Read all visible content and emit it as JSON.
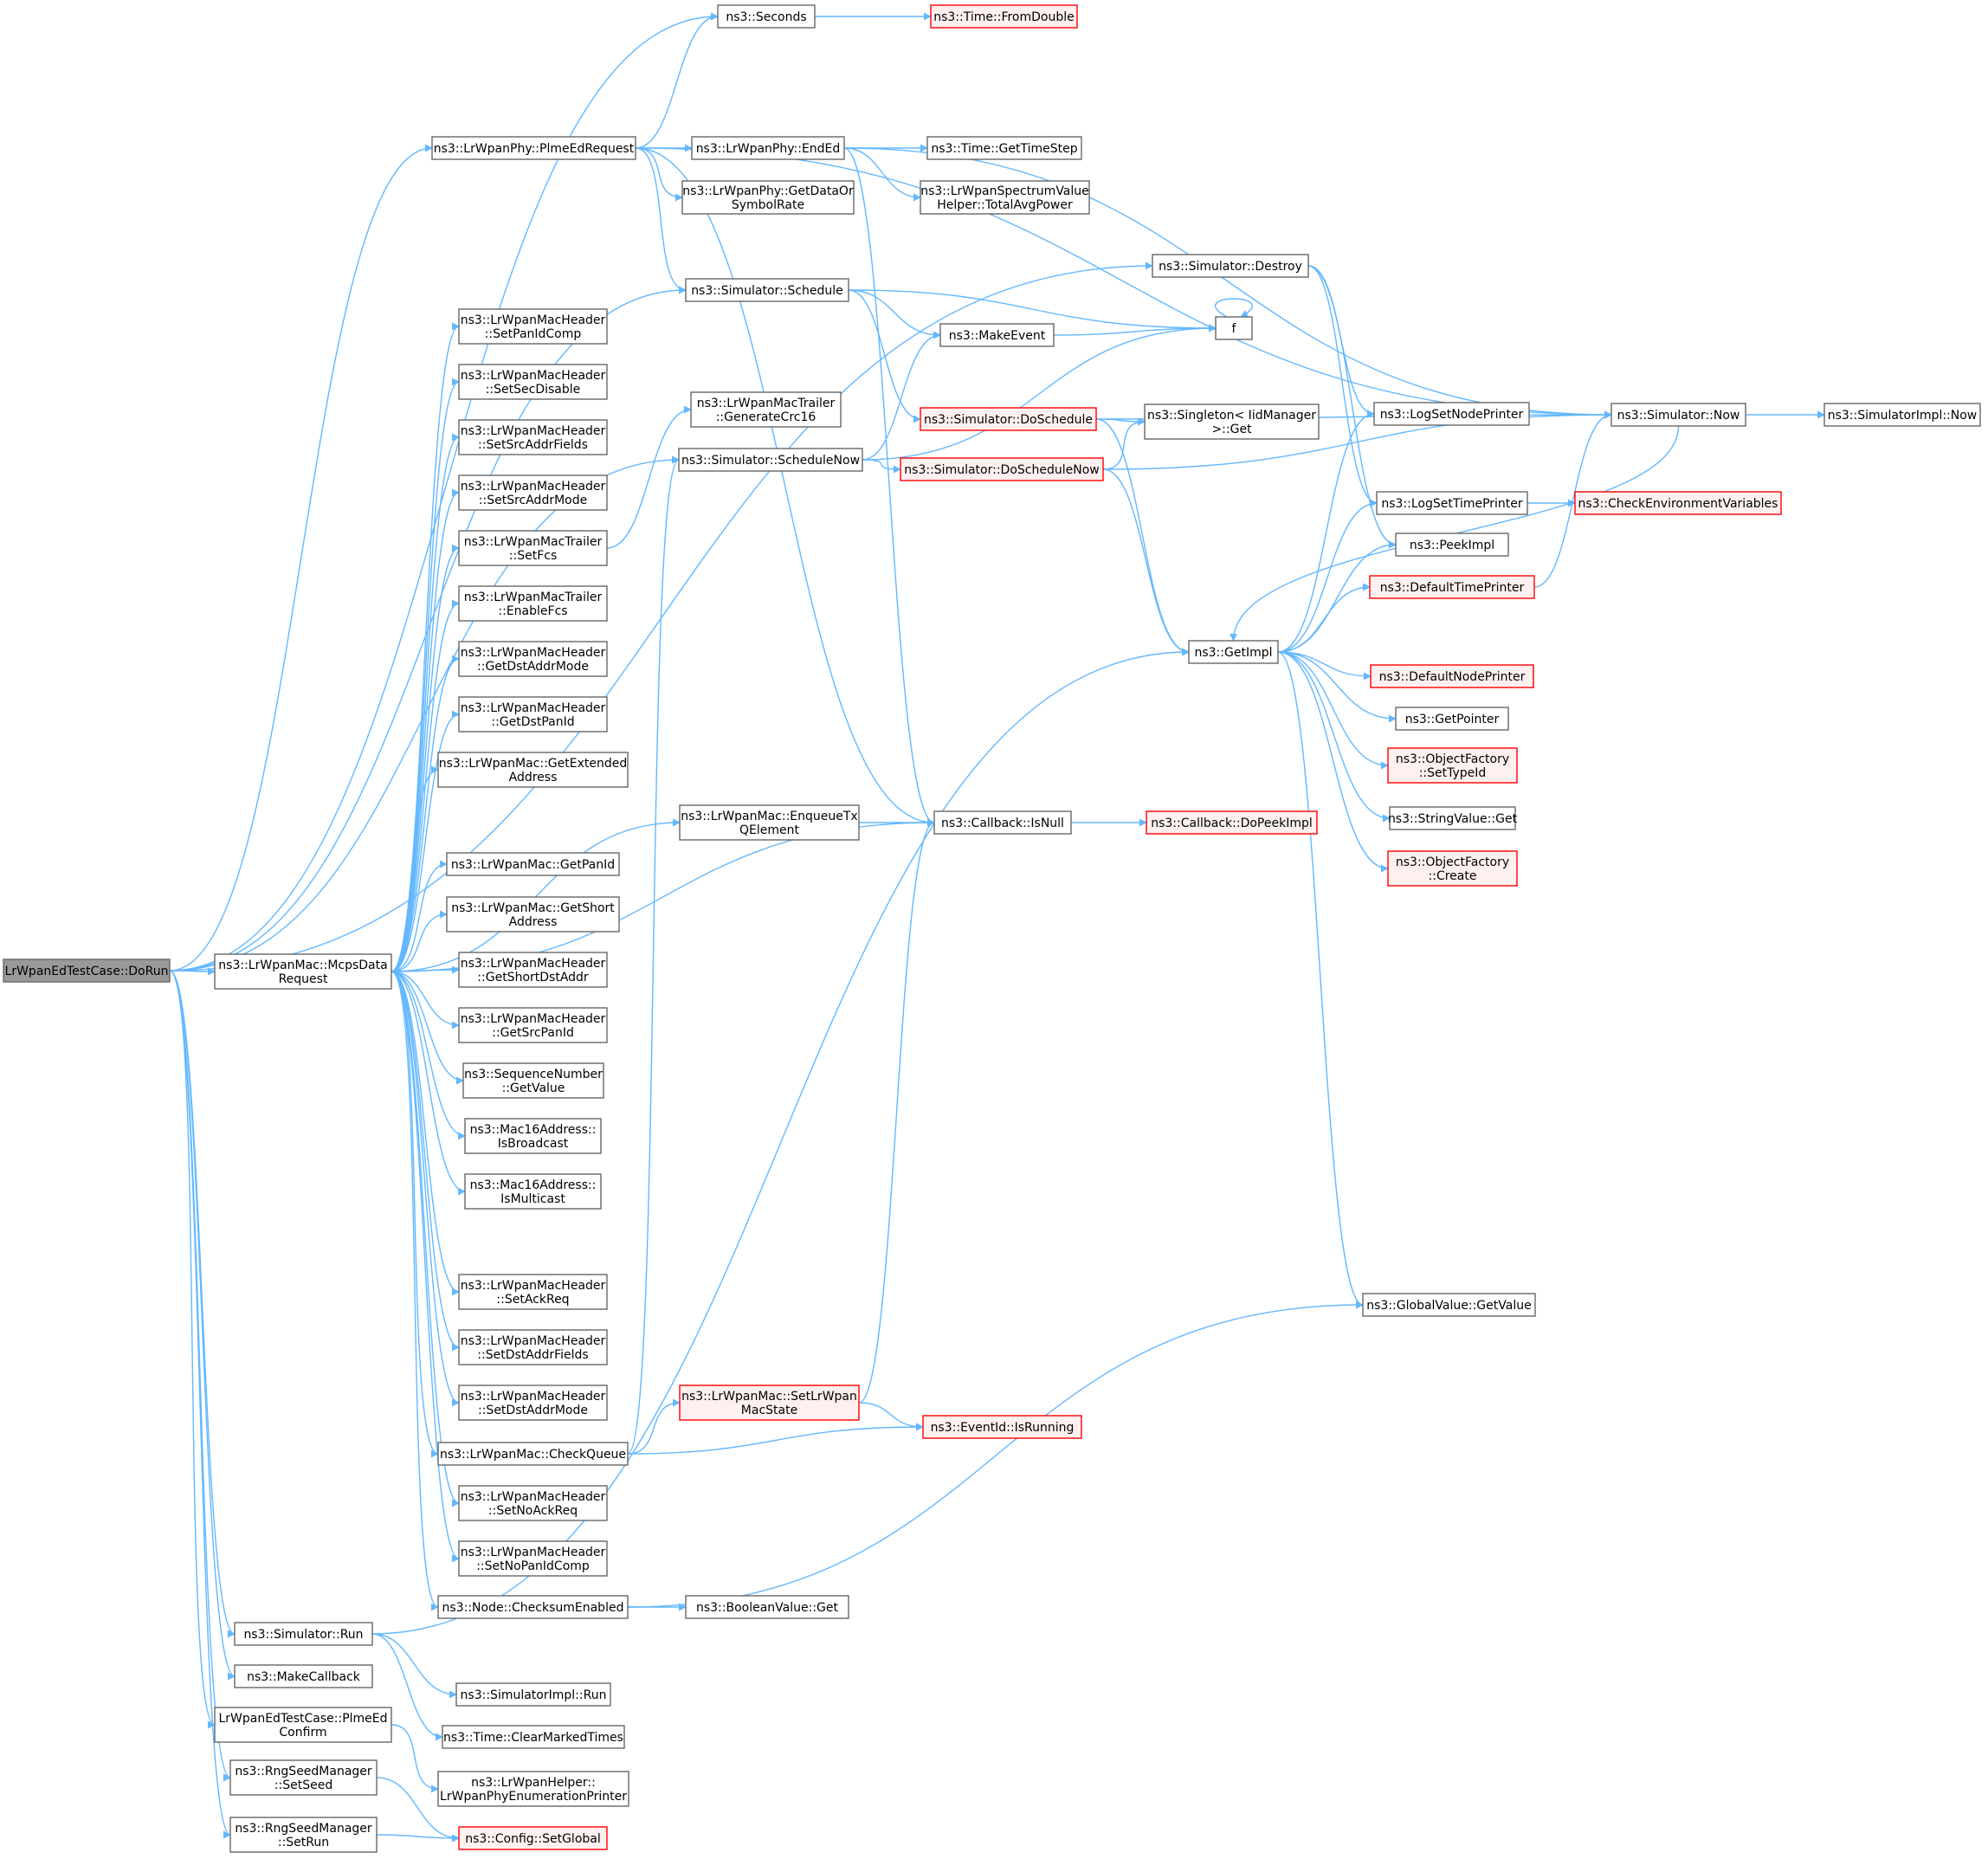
{
  "colors": {
    "edge": "#63b8ff",
    "node_border": "#666666",
    "node_fill": "#ffffff",
    "root_fill": "#999999",
    "root_border": "#666666",
    "truncated_border": "#ff0000",
    "truncated_fill": "#fff0f0"
  },
  "nodes": [
    {
      "id": "root",
      "lines": [
        "LrWpanEdTestCase::DoRun"
      ],
      "style": "root"
    },
    {
      "id": "seconds",
      "lines": [
        "ns3::Seconds"
      ],
      "style": "normal"
    },
    {
      "id": "fromdouble",
      "lines": [
        "ns3::Time::FromDouble"
      ],
      "style": "truncated"
    },
    {
      "id": "plmeedreq",
      "lines": [
        "ns3::LrWpanPhy::PlmeEdRequest"
      ],
      "style": "normal"
    },
    {
      "id": "ended",
      "lines": [
        "ns3::LrWpanPhy::EndEd"
      ],
      "style": "normal"
    },
    {
      "id": "gettimestep",
      "lines": [
        "ns3::Time::GetTimeStep"
      ],
      "style": "normal"
    },
    {
      "id": "getdataor",
      "lines": [
        "ns3::LrWpanPhy::GetDataOr",
        "SymbolRate"
      ],
      "style": "normal"
    },
    {
      "id": "totalavg",
      "lines": [
        "ns3::LrWpanSpectrumValue",
        "Helper::TotalAvgPower"
      ],
      "style": "normal"
    },
    {
      "id": "destroy",
      "lines": [
        "ns3::Simulator::Destroy"
      ],
      "style": "normal"
    },
    {
      "id": "schedule",
      "lines": [
        "ns3::Simulator::Schedule"
      ],
      "style": "normal"
    },
    {
      "id": "f",
      "lines": [
        "f"
      ],
      "style": "normal"
    },
    {
      "id": "makeevent",
      "lines": [
        "ns3::MakeEvent"
      ],
      "style": "normal"
    },
    {
      "id": "setpanidcomp",
      "lines": [
        "ns3::LrWpanMacHeader",
        "::SetPanIdComp"
      ],
      "style": "normal"
    },
    {
      "id": "setsecdisable",
      "lines": [
        "ns3::LrWpanMacHeader",
        "::SetSecDisable"
      ],
      "style": "normal"
    },
    {
      "id": "gencrc",
      "lines": [
        "ns3::LrWpanMacTrailer",
        "::GenerateCrc16"
      ],
      "style": "normal"
    },
    {
      "id": "doschedule",
      "lines": [
        "ns3::Simulator::DoSchedule"
      ],
      "style": "truncated"
    },
    {
      "id": "singleton",
      "lines": [
        "ns3::Singleton< IidManager",
        ">::Get"
      ],
      "style": "normal"
    },
    {
      "id": "logsetnode",
      "lines": [
        "ns3::LogSetNodePrinter"
      ],
      "style": "normal"
    },
    {
      "id": "now",
      "lines": [
        "ns3::Simulator::Now"
      ],
      "style": "normal"
    },
    {
      "id": "implnow",
      "lines": [
        "ns3::SimulatorImpl::Now"
      ],
      "style": "normal"
    },
    {
      "id": "setsrcaddrfields",
      "lines": [
        "ns3::LrWpanMacHeader",
        "::SetSrcAddrFields"
      ],
      "style": "normal"
    },
    {
      "id": "schedulenow",
      "lines": [
        "ns3::Simulator::ScheduleNow"
      ],
      "style": "normal"
    },
    {
      "id": "doschedulenow",
      "lines": [
        "ns3::Simulator::DoScheduleNow"
      ],
      "style": "truncated"
    },
    {
      "id": "setsrcaddrmode",
      "lines": [
        "ns3::LrWpanMacHeader",
        "::SetSrcAddrMode"
      ],
      "style": "normal"
    },
    {
      "id": "logsettime",
      "lines": [
        "ns3::LogSetTimePrinter"
      ],
      "style": "normal"
    },
    {
      "id": "checkenv",
      "lines": [
        "ns3::CheckEnvironmentVariables"
      ],
      "style": "truncated"
    },
    {
      "id": "setfcs",
      "lines": [
        "ns3::LrWpanMacTrailer",
        "::SetFcs"
      ],
      "style": "normal"
    },
    {
      "id": "peekimpl",
      "lines": [
        "ns3::PeekImpl"
      ],
      "style": "normal"
    },
    {
      "id": "deftimeprinter",
      "lines": [
        "ns3::DefaultTimePrinter"
      ],
      "style": "truncated"
    },
    {
      "id": "enablefcs",
      "lines": [
        "ns3::LrWpanMacTrailer",
        "::EnableFcs"
      ],
      "style": "normal"
    },
    {
      "id": "getimpl",
      "lines": [
        "ns3::GetImpl"
      ],
      "style": "normal"
    },
    {
      "id": "getdstaddrmode",
      "lines": [
        "ns3::LrWpanMacHeader",
        "::GetDstAddrMode"
      ],
      "style": "normal"
    },
    {
      "id": "defnodeprinter",
      "lines": [
        "ns3::DefaultNodePrinter"
      ],
      "style": "truncated"
    },
    {
      "id": "getdstpanid",
      "lines": [
        "ns3::LrWpanMacHeader",
        "::GetDstPanId"
      ],
      "style": "normal"
    },
    {
      "id": "getpointer",
      "lines": [
        "ns3::GetPointer"
      ],
      "style": "normal"
    },
    {
      "id": "getextaddr",
      "lines": [
        "ns3::LrWpanMac::GetExtended",
        "Address"
      ],
      "style": "normal"
    },
    {
      "id": "settypeid",
      "lines": [
        "ns3::ObjectFactory",
        "::SetTypeId"
      ],
      "style": "truncated"
    },
    {
      "id": "enqueuetx",
      "lines": [
        "ns3::LrWpanMac::EnqueueTx",
        "QElement"
      ],
      "style": "normal"
    },
    {
      "id": "isnull",
      "lines": [
        "ns3::Callback::IsNull"
      ],
      "style": "normal"
    },
    {
      "id": "dopeekimpl",
      "lines": [
        "ns3::Callback::DoPeekImpl"
      ],
      "style": "truncated"
    },
    {
      "id": "stringget",
      "lines": [
        "ns3::StringValue::Get"
      ],
      "style": "normal"
    },
    {
      "id": "getpanid",
      "lines": [
        "ns3::LrWpanMac::GetPanId"
      ],
      "style": "normal"
    },
    {
      "id": "create",
      "lines": [
        "ns3::ObjectFactory",
        "::Create"
      ],
      "style": "truncated"
    },
    {
      "id": "getshortaddr",
      "lines": [
        "ns3::LrWpanMac::GetShort",
        "Address"
      ],
      "style": "normal"
    },
    {
      "id": "mcps",
      "lines": [
        "ns3::LrWpanMac::McpsData",
        "Request"
      ],
      "style": "normal"
    },
    {
      "id": "getshortdst",
      "lines": [
        "ns3::LrWpanMacHeader",
        "::GetShortDstAddr"
      ],
      "style": "normal"
    },
    {
      "id": "getsrcpanid",
      "lines": [
        "ns3::LrWpanMacHeader",
        "::GetSrcPanId"
      ],
      "style": "normal"
    },
    {
      "id": "seqgetvalue",
      "lines": [
        "ns3::SequenceNumber",
        "::GetValue"
      ],
      "style": "normal"
    },
    {
      "id": "isbroadcast",
      "lines": [
        "ns3::Mac16Address::",
        "IsBroadcast"
      ],
      "style": "normal"
    },
    {
      "id": "ismulticast",
      "lines": [
        "ns3::Mac16Address::",
        "IsMulticast"
      ],
      "style": "normal"
    },
    {
      "id": "setackreq",
      "lines": [
        "ns3::LrWpanMacHeader",
        "::SetAckReq"
      ],
      "style": "normal"
    },
    {
      "id": "globalget",
      "lines": [
        "ns3::GlobalValue::GetValue"
      ],
      "style": "normal"
    },
    {
      "id": "setdstaddrfields",
      "lines": [
        "ns3::LrWpanMacHeader",
        "::SetDstAddrFields"
      ],
      "style": "normal"
    },
    {
      "id": "setdstaddrmode",
      "lines": [
        "ns3::LrWpanMacHeader",
        "::SetDstAddrMode"
      ],
      "style": "normal"
    },
    {
      "id": "setmacstate",
      "lines": [
        "ns3::LrWpanMac::SetLrWpan",
        "MacState"
      ],
      "style": "truncated"
    },
    {
      "id": "checkqueue",
      "lines": [
        "ns3::LrWpanMac::CheckQueue"
      ],
      "style": "normal"
    },
    {
      "id": "isrunning",
      "lines": [
        "ns3::EventId::IsRunning"
      ],
      "style": "truncated"
    },
    {
      "id": "setnoackreq",
      "lines": [
        "ns3::LrWpanMacHeader",
        "::SetNoAckReq"
      ],
      "style": "normal"
    },
    {
      "id": "setnopanidcomp",
      "lines": [
        "ns3::LrWpanMacHeader",
        "::SetNoPanIdComp"
      ],
      "style": "normal"
    },
    {
      "id": "checksum",
      "lines": [
        "ns3::Node::ChecksumEnabled"
      ],
      "style": "normal"
    },
    {
      "id": "boolget",
      "lines": [
        "ns3::BooleanValue::Get"
      ],
      "style": "normal"
    },
    {
      "id": "simrun",
      "lines": [
        "ns3::Simulator::Run"
      ],
      "style": "normal"
    },
    {
      "id": "makecallback",
      "lines": [
        "ns3::MakeCallback"
      ],
      "style": "normal"
    },
    {
      "id": "implrun",
      "lines": [
        "ns3::SimulatorImpl::Run"
      ],
      "style": "normal"
    },
    {
      "id": "plmeedconfirm",
      "lines": [
        "LrWpanEdTestCase::PlmeEd",
        "Confirm"
      ],
      "style": "normal"
    },
    {
      "id": "clearmarked",
      "lines": [
        "ns3::Time::ClearMarkedTimes"
      ],
      "style": "normal"
    },
    {
      "id": "enumprinter",
      "lines": [
        "ns3::LrWpanHelper::",
        "LrWpanPhyEnumerationPrinter"
      ],
      "style": "normal"
    },
    {
      "id": "setseed",
      "lines": [
        "ns3::RngSeedManager",
        "::SetSeed"
      ],
      "style": "normal"
    },
    {
      "id": "setglobal",
      "lines": [
        "ns3::Config::SetGlobal"
      ],
      "style": "truncated"
    },
    {
      "id": "setrun",
      "lines": [
        "ns3::RngSeedManager",
        "::SetRun"
      ],
      "style": "normal"
    }
  ]
}
